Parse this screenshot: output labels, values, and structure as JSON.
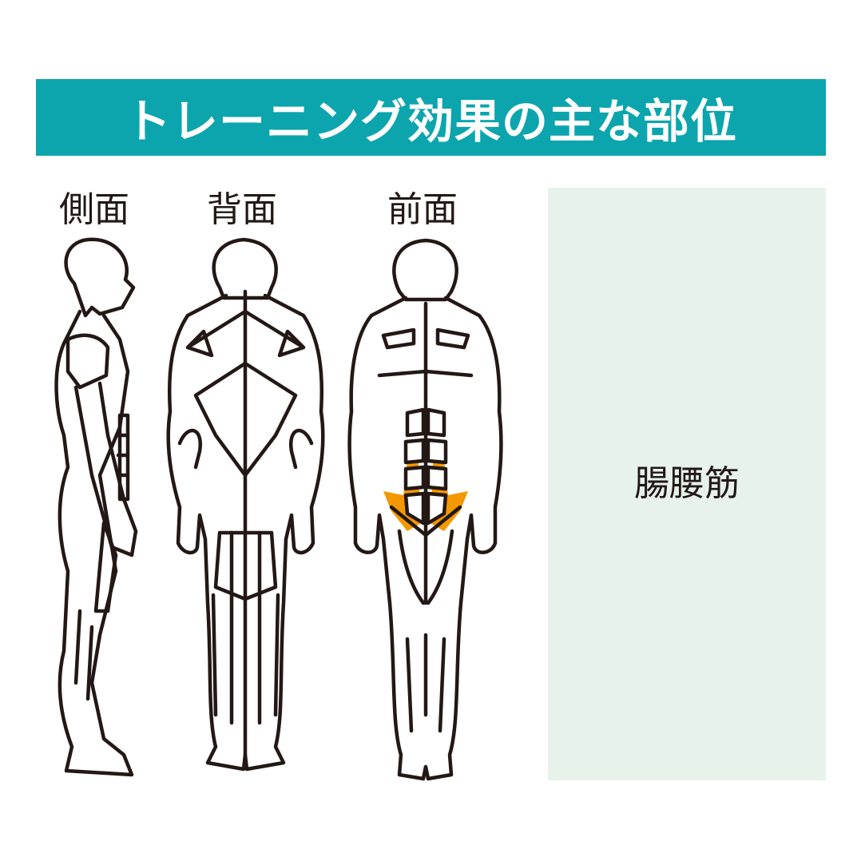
{
  "title": "トレーニング効果の主な部位",
  "views": [
    {
      "label": "側面"
    },
    {
      "label": "背面"
    },
    {
      "label": "前面"
    }
  ],
  "target_muscle": {
    "label": "腸腰筋"
  },
  "colors": {
    "title_bg": "#0ca5ae",
    "title_text": "#ffffff",
    "panel_bg": "#e7f3ea",
    "highlight": "#f39800",
    "outline": "#231815"
  }
}
